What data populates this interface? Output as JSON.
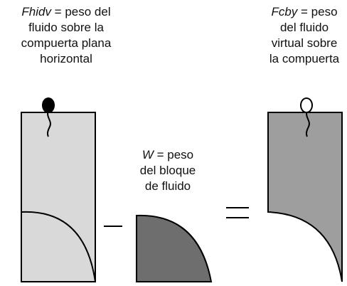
{
  "labels": {
    "left": {
      "var": "Fhidv",
      "rest": " = peso del",
      "line2": "fluido sobre la",
      "line3": "compuerta plana",
      "line4": "horizontal"
    },
    "middle": {
      "var": "W",
      "rest": " = peso",
      "line2": "del bloque",
      "line3": "de fluido"
    },
    "right": {
      "var": "Fcby",
      "rest": " = peso",
      "line2": "del fluido",
      "line3": "virtual sobre",
      "line4": "la compuerta"
    }
  },
  "operators": {
    "minus": "−",
    "equals": "="
  },
  "colors": {
    "left_fill": "#d9d9d9",
    "middle_fill": "#6e6e6e",
    "right_fill": "#9e9e9e",
    "outline": "#000000",
    "pin_filled": "#000000",
    "pin_open": "#ffffff"
  }
}
